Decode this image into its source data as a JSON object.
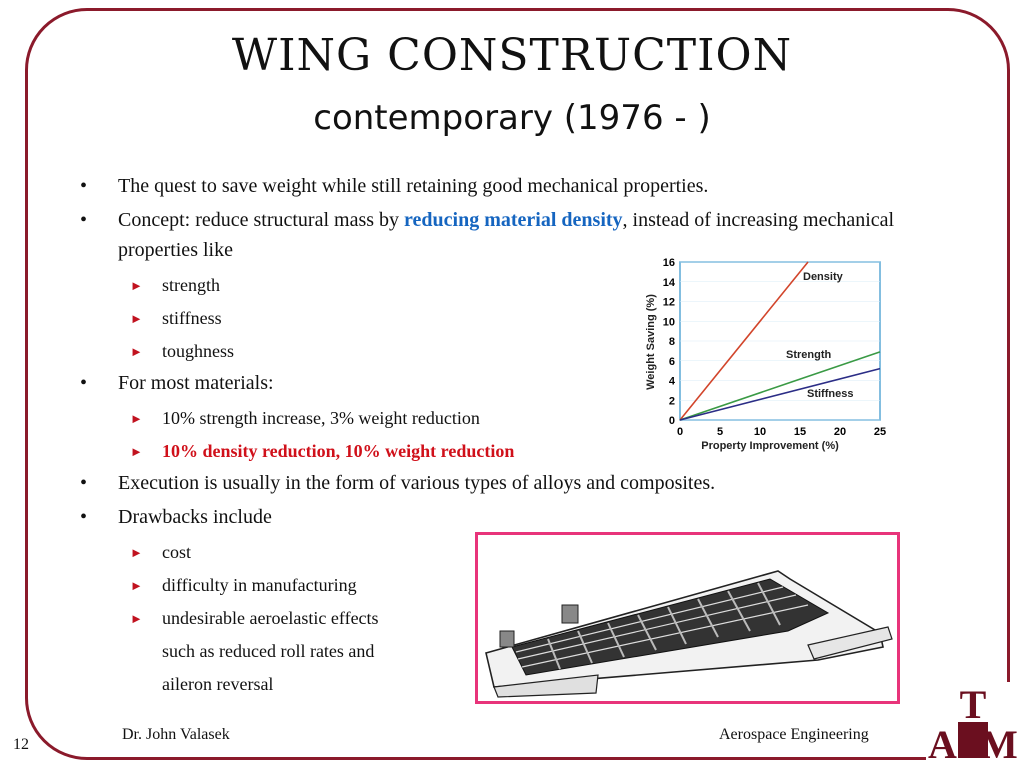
{
  "slide": {
    "title": "WING CONSTRUCTION",
    "subtitle": "contemporary (1976 - )",
    "page_number": "12",
    "author": "Dr. John Valasek",
    "department": "Aerospace Engineering",
    "accent_color": "#8b1a2b",
    "logo_text": "A T M"
  },
  "bullets": {
    "b1": "The quest to save weight while still retaining good mechanical properties.",
    "b2_pre": "Concept: reduce structural mass by ",
    "b2_hl": "reducing material density",
    "b2_post": ", instead of increasing mechanical properties like",
    "b2_sub": [
      "strength",
      "stiffness",
      "toughness"
    ],
    "b3": "For most materials:",
    "b3_sub1": "10% strength increase, 3% weight reduction",
    "b3_sub2": "10% density reduction, 10% weight reduction",
    "b4": "Execution is usually in the form of various types of alloys and composites.",
    "b5": "Drawbacks include",
    "b5_sub": [
      "cost",
      "difficulty in manufacturing",
      "undesirable aeroelastic effects"
    ],
    "b5_cont1": "such as reduced roll rates and",
    "b5_cont2": "aileron reversal"
  },
  "chart_data": {
    "type": "line",
    "xlabel": "Property Improvement (%)",
    "ylabel": "Weight Saving (%)",
    "xlim": [
      0,
      25
    ],
    "ylim": [
      0,
      16
    ],
    "xticks": [
      "0",
      "5",
      "10",
      "15",
      "20",
      "25"
    ],
    "yticks": [
      "0",
      "2",
      "4",
      "6",
      "8",
      "10",
      "12",
      "14",
      "16"
    ],
    "series": [
      {
        "name": "Density",
        "x": [
          0,
          16
        ],
        "y": [
          0,
          16
        ],
        "color": "#d2452b"
      },
      {
        "name": "Strength",
        "x": [
          0,
          25
        ],
        "y": [
          0,
          6.9
        ],
        "color": "#3a9a45"
      },
      {
        "name": "Stiffness",
        "x": [
          0,
          25
        ],
        "y": [
          0,
          5.2
        ],
        "color": "#2b2d86"
      }
    ]
  }
}
